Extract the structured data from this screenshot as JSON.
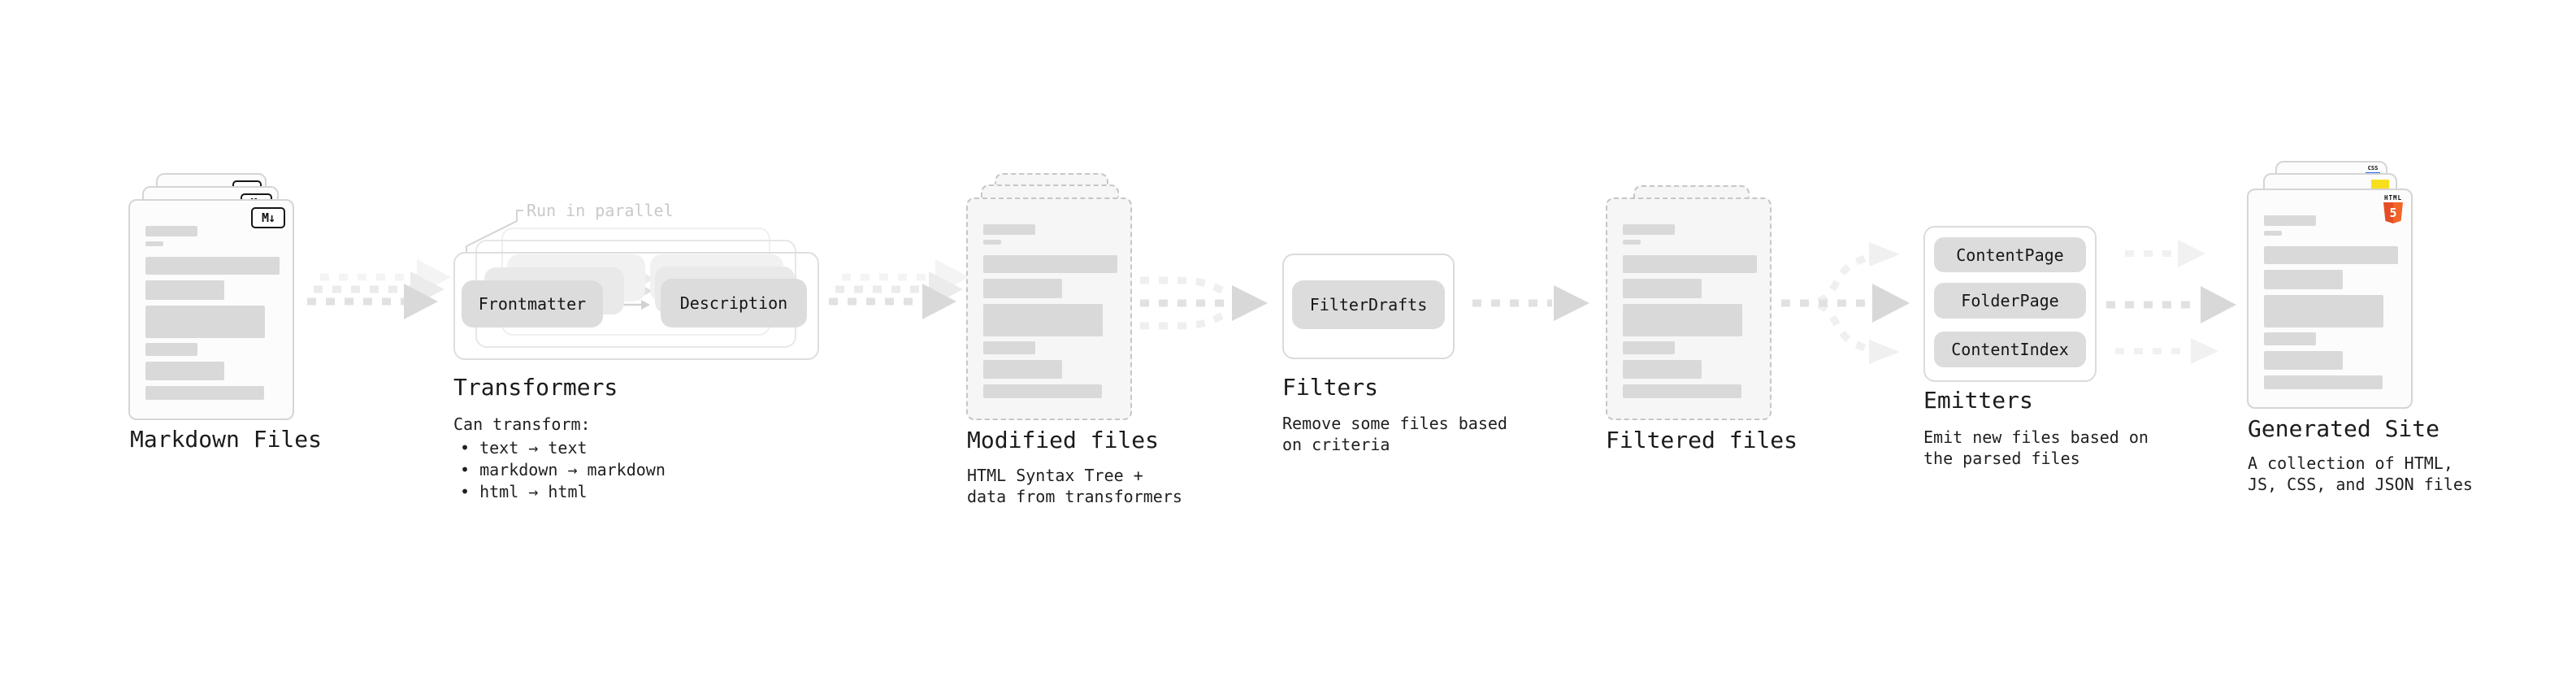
{
  "stages": {
    "markdown_files": {
      "label": "Markdown Files",
      "badge": "M↓"
    },
    "transformers": {
      "label": "Transformers",
      "annotation": "Run in parallel",
      "node_left": "Frontmatter",
      "node_right": "Description",
      "desc_title": "Can transform:",
      "bullets": [
        "• text → text",
        "• markdown → markdown",
        "• html → html"
      ]
    },
    "modified_files": {
      "label": "Modified files",
      "desc_line1": "HTML Syntax Tree +",
      "desc_line2": "data from transformers"
    },
    "filters": {
      "label": "Filters",
      "node": "FilterDrafts",
      "desc_line1": "Remove some files based",
      "desc_line2": "on criteria"
    },
    "filtered_files": {
      "label": "Filtered files"
    },
    "emitters": {
      "label": "Emitters",
      "nodes": [
        "ContentPage",
        "FolderPage",
        "ContentIndex"
      ],
      "desc_line1": "Emit new files based on",
      "desc_line2": "the parsed files"
    },
    "generated_site": {
      "label": "Generated Site",
      "desc_line1": "A collection of HTML,",
      "desc_line2": "JS, CSS, and JSON files",
      "html_badge_label": "HTML",
      "html_badge_number": "5",
      "css_badge_label": "CSS"
    }
  },
  "colors": {
    "html5_orange": "#e44d26",
    "html5_orange_light": "#f16529",
    "js_yellow": "#f7df1e",
    "css_blue": "#2965f1"
  }
}
